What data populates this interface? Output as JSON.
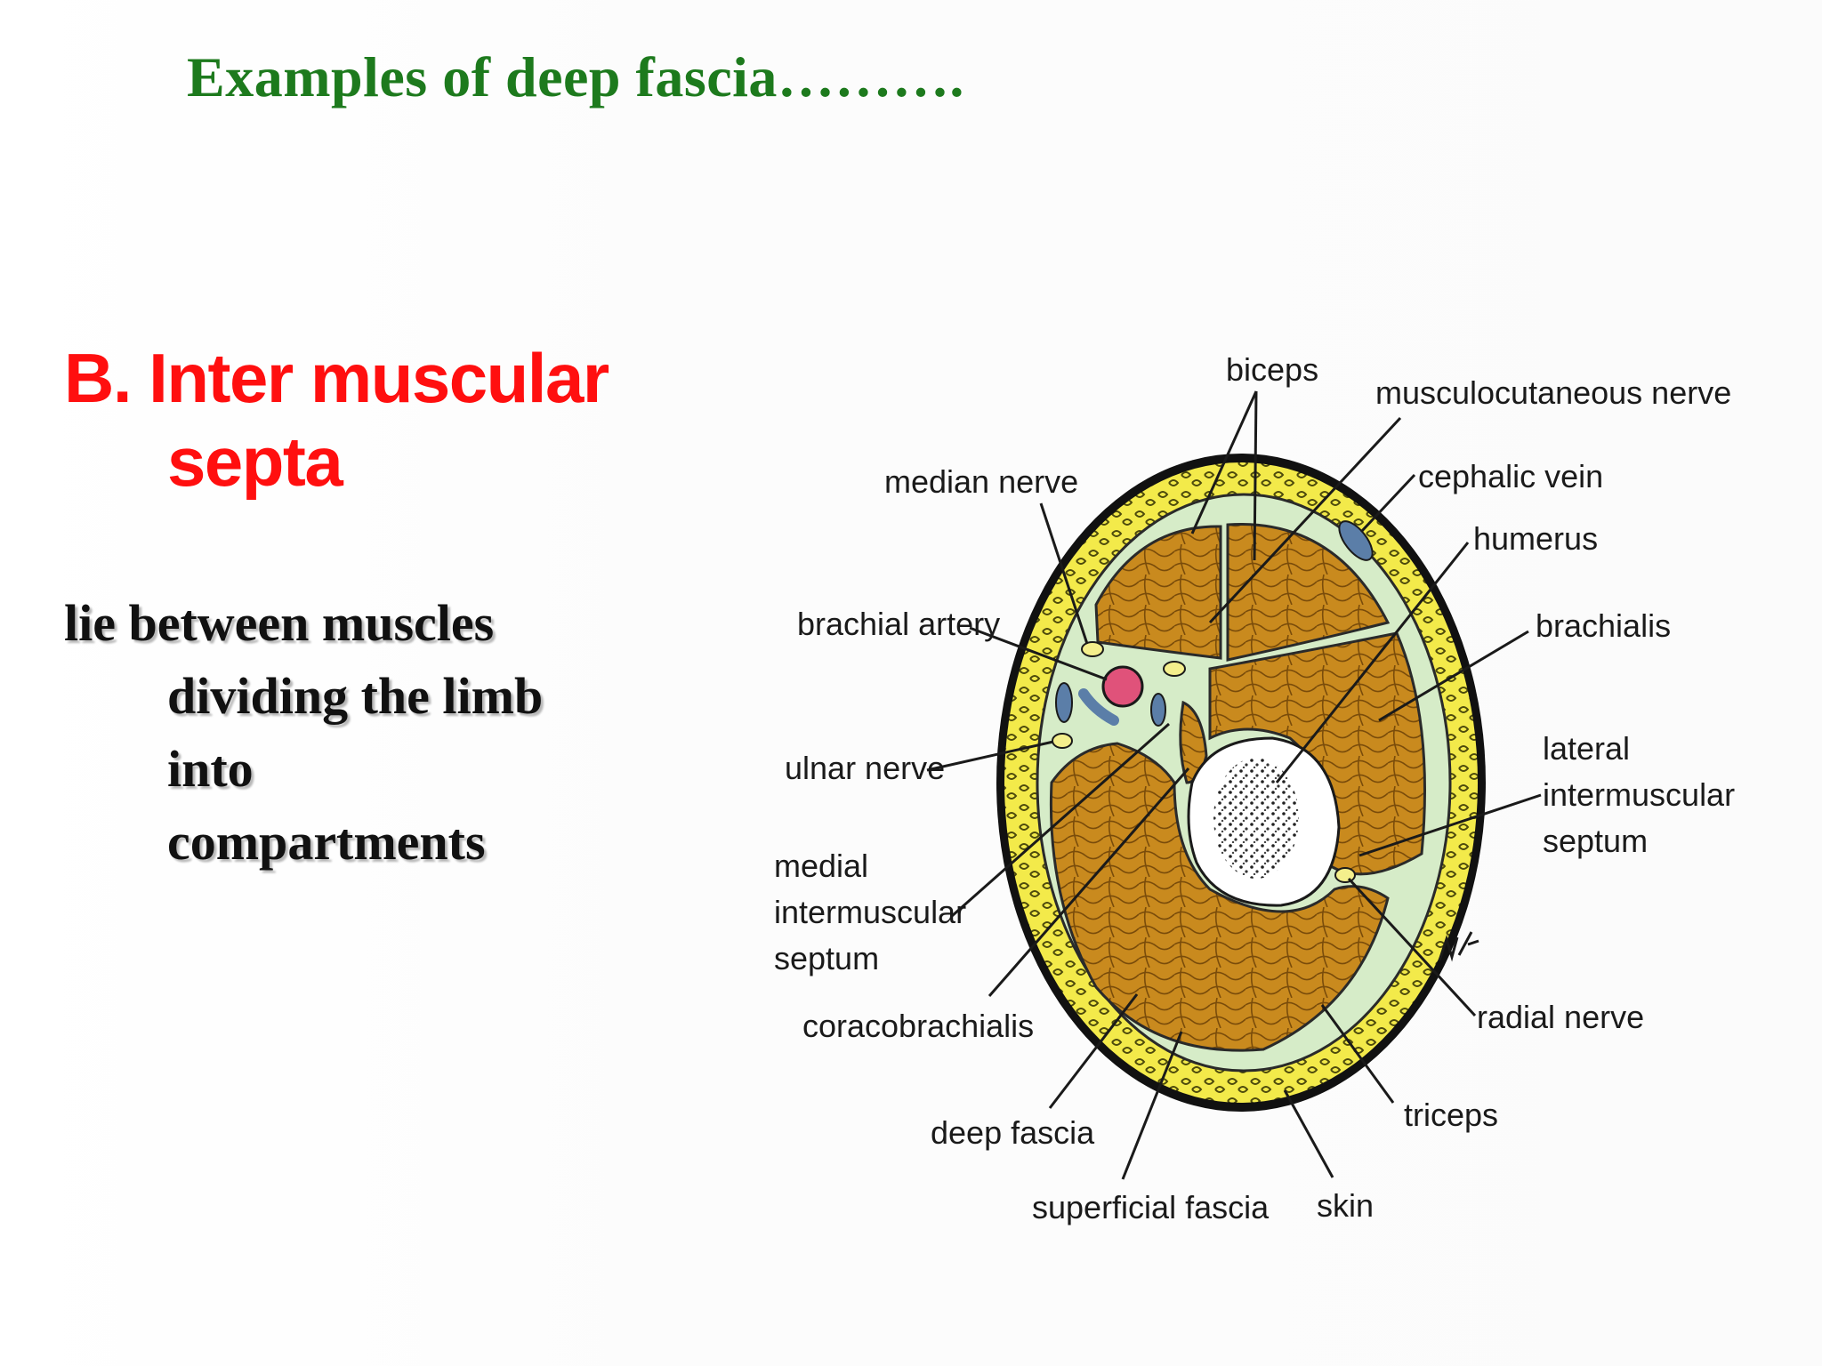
{
  "slide": {
    "title": "Examples of deep fascia……….",
    "heading_line1": "B. Inter muscular",
    "heading_line2": "septa",
    "body_lines": [
      "lie between muscles",
      "dividing the limb",
      "into",
      "compartments"
    ]
  },
  "diagram": {
    "labels": {
      "biceps": "biceps",
      "musculocutaneous_nerve": "musculocutaneous nerve",
      "median_nerve": "median nerve",
      "cephalic_vein": "cephalic vein",
      "humerus": "humerus",
      "brachial_artery": "brachial artery",
      "brachialis": "brachialis",
      "ulnar_nerve": "ulnar nerve",
      "lateral_intermuscular_septum": [
        "lateral",
        "intermuscular",
        "septum"
      ],
      "medial_intermuscular_septum": [
        "medial",
        "intermuscular",
        "septum"
      ],
      "coracobrachialis": "coracobrachialis",
      "radial_nerve": "radial nerve",
      "deep_fascia": "deep fascia",
      "triceps": "triceps",
      "superficial_fascia": "superficial fascia",
      "skin": "skin"
    },
    "colors": {
      "muscle": "#c98a1e",
      "fat": "#f3ea4a",
      "fascia": "#d6ecc8",
      "artery": "#e0527a",
      "vein": "#5b7ea8",
      "nerve": "#f4ef8c"
    }
  }
}
